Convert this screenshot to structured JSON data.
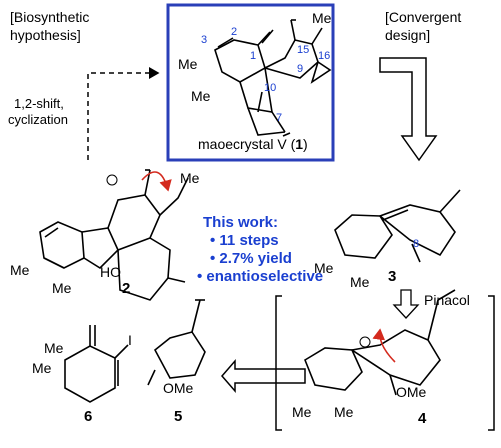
{
  "header": {
    "left_label_line1": "[Biosynthetic",
    "left_label_line2": "hypothesis]",
    "right_label_line1": "[Convergent",
    "right_label_line2": "design]",
    "shift_label_line1": "1,2-shift,",
    "shift_label_line2": "cyclization"
  },
  "target": {
    "name": "maoecrystal V (",
    "number": "1",
    "close": ")",
    "border_color": "#2a3fb8",
    "atom_labels": [
      "3",
      "2",
      "1",
      "10",
      "9",
      "15",
      "16",
      "7"
    ],
    "me_labels": [
      "Me",
      "Me",
      "Me"
    ]
  },
  "compound2": {
    "number": "2",
    "labels": [
      "Me",
      "Me",
      "Me",
      "HO"
    ]
  },
  "compound3": {
    "number": "3",
    "atom_label": "8",
    "labels": [
      "Me",
      "Me"
    ]
  },
  "compound4": {
    "number": "4",
    "labels": [
      "Me",
      "Me",
      "OMe"
    ]
  },
  "compound5": {
    "number": "5",
    "labels": [
      "OMe"
    ]
  },
  "compound6": {
    "number": "6",
    "labels": [
      "Me",
      "Me",
      "I"
    ]
  },
  "pinacol_label": "Pinacol",
  "this_work": {
    "title": "This work:",
    "items": [
      "• 11 steps",
      "• 2.7% yield",
      "• enantioselective"
    ]
  }
}
